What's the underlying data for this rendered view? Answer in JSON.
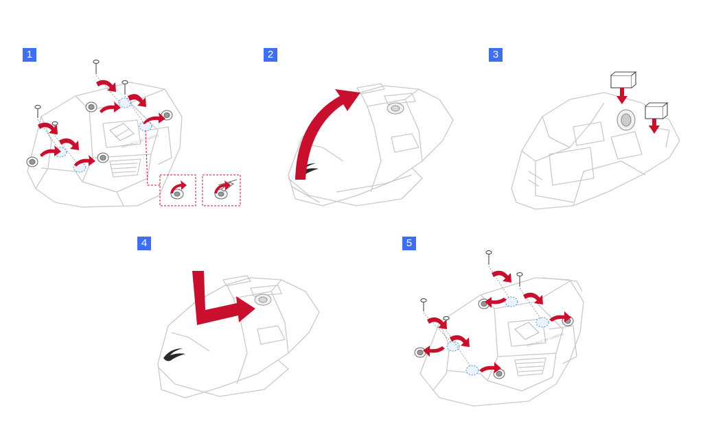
{
  "colors": {
    "badge": "#3f6ff0",
    "badge_text": "#ffffff",
    "arrow": "#c8102e",
    "outline": "#c9c9c9",
    "detail": "#b8b8b8",
    "callout": "#c8102e",
    "highlight": "#4a90e2"
  },
  "steps": [
    {
      "label": "1",
      "icon": "screw-removal-icon"
    },
    {
      "label": "2",
      "icon": "remove-top-cover-icon"
    },
    {
      "label": "3",
      "icon": "replace-switches-icon"
    },
    {
      "label": "4",
      "icon": "reattach-top-cover-icon"
    },
    {
      "label": "5",
      "icon": "screw-fastening-icon"
    }
  ],
  "logo": {
    "text": "REPUBLIC OF GAMERS"
  }
}
